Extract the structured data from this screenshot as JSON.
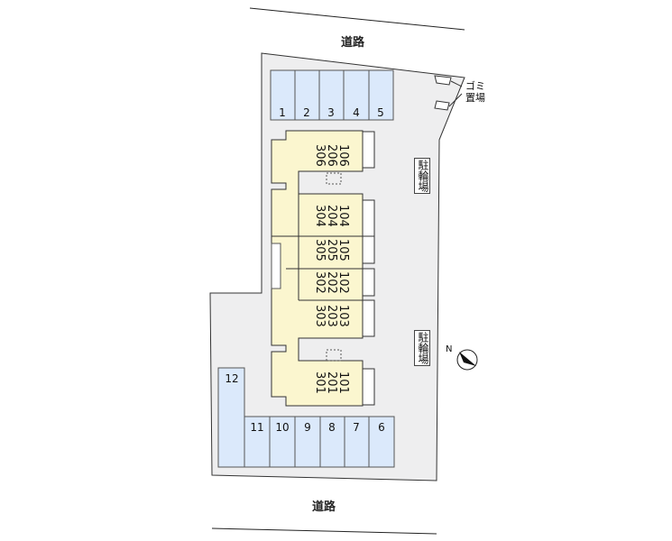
{
  "roads": {
    "north": "道路",
    "south": "道路"
  },
  "bike_parking": [
    "駐輪場",
    "駐輪場"
  ],
  "trash": "ゴミ置場",
  "parking": {
    "top_row": [
      "1",
      "2",
      "3",
      "4",
      "5"
    ],
    "bottom_row": [
      "11",
      "10",
      "9",
      "8",
      "7",
      "6"
    ],
    "corner": "12"
  },
  "units": [
    [
      "306",
      "206",
      "106"
    ],
    [
      "304",
      "204",
      "104"
    ],
    [
      "305",
      "205",
      "105"
    ],
    [
      "302",
      "202",
      "102"
    ],
    [
      "303",
      "203",
      "103"
    ],
    [
      "301",
      "201",
      "101"
    ]
  ],
  "colors": {
    "lot": "#eeeeef",
    "parking": "#dbe9fb",
    "building": "#fbf6cf",
    "outline": "#333333"
  },
  "icons": [
    "north-arrow-icon"
  ]
}
